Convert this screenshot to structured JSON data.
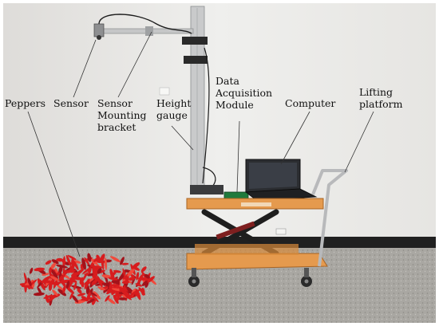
{
  "labels": {
    "peppers": "Peppers",
    "sensor": "Sensor",
    "bracket": "Sensor\nMounting\nbracket",
    "height_gauge": "Height\ngauge",
    "daq": "Data\nAcquisition\nModule",
    "computer": "Computer",
    "lifting": "Lifting\nplatform"
  },
  "colors": {
    "wall": "#ececea",
    "floor": "#a9a7a2",
    "platform": "#e59a4e",
    "scissor": "#1e1e1e",
    "pepper": "#d71c1e",
    "laptop": "#2b2d31"
  }
}
